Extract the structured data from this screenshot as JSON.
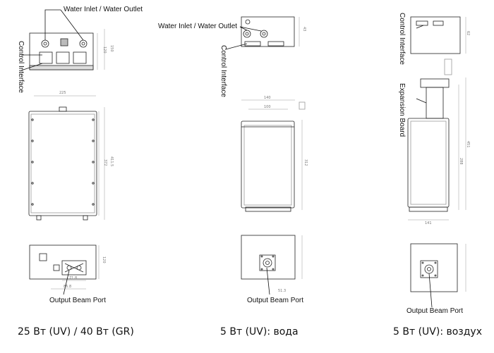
{
  "labels": {
    "water": "Water Inlet / Water Outlet",
    "control": "Control Interface",
    "output": "Output Beam Port",
    "expansion": "Expansion Board"
  },
  "captions": {
    "left": "25 Вт (UV) / 40 Вт (GR)",
    "middle": "5 Вт (UV): вода",
    "right": "5 Вт (UV): воздух"
  },
  "dims": {
    "left_width": "225",
    "left_height": "372",
    "left_height2": "411.5",
    "left_top_h1": "120",
    "left_top_h2": "150",
    "left_bottom_h": "120",
    "left_bottom_w1": "71.8",
    "left_bottom_w2": "86.8",
    "mid_width1": "140",
    "mid_width2": "100",
    "mid_height": "312",
    "mid_top_h": "43",
    "mid_bottom_w": "51.3",
    "right_width": "141",
    "right_height": "288",
    "right_height2": "451",
    "right_top_h": "62"
  }
}
